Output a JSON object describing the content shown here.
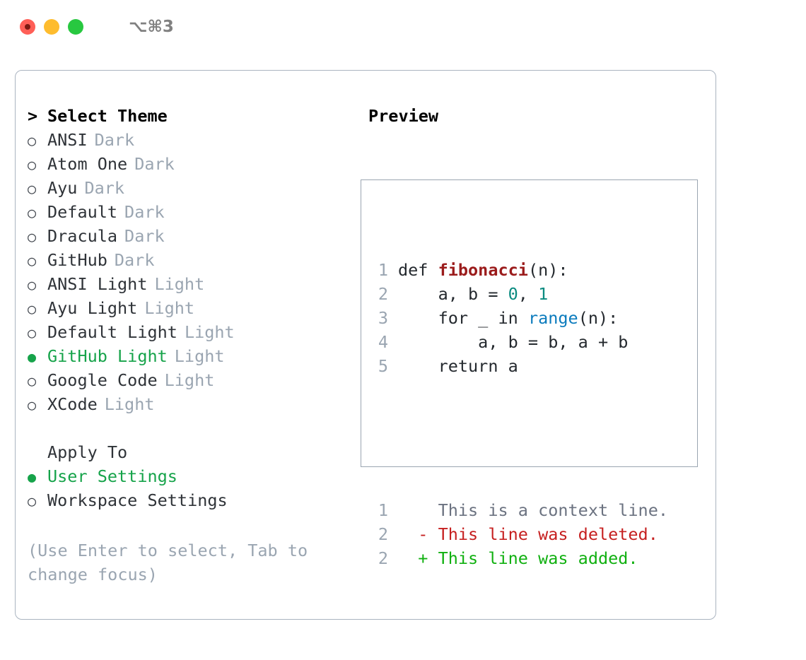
{
  "titlebar": {
    "shortcut": "⌥⌘3",
    "lights": [
      "close",
      "minimize",
      "zoom"
    ]
  },
  "theme_panel": {
    "header": {
      "marker": ">",
      "label": "Select Theme"
    },
    "items": [
      {
        "marker": "○",
        "label": "ANSI",
        "tag": "Dark",
        "selected": false
      },
      {
        "marker": "○",
        "label": "Atom One",
        "tag": "Dark",
        "selected": false
      },
      {
        "marker": "○",
        "label": "Ayu",
        "tag": "Dark",
        "selected": false
      },
      {
        "marker": "○",
        "label": "Default",
        "tag": "Dark",
        "selected": false
      },
      {
        "marker": "○",
        "label": "Dracula",
        "tag": "Dark",
        "selected": false
      },
      {
        "marker": "○",
        "label": "GitHub",
        "tag": "Dark",
        "selected": false
      },
      {
        "marker": "○",
        "label": "ANSI Light",
        "tag": "Light",
        "selected": false
      },
      {
        "marker": "○",
        "label": "Ayu Light",
        "tag": "Light",
        "selected": false
      },
      {
        "marker": "○",
        "label": "Default Light",
        "tag": "Light",
        "selected": false
      },
      {
        "marker": "●",
        "label": "GitHub Light",
        "tag": "Light",
        "selected": true
      },
      {
        "marker": "○",
        "label": "Google Code",
        "tag": "Light",
        "selected": false
      },
      {
        "marker": "○",
        "label": "XCode",
        "tag": "Light",
        "selected": false
      }
    ]
  },
  "apply_to": {
    "header": "Apply To",
    "options": [
      {
        "marker": "●",
        "label": "User Settings",
        "selected": true
      },
      {
        "marker": "○",
        "label": "Workspace Settings",
        "selected": false
      }
    ]
  },
  "hint": "(Use Enter to select, Tab to change focus)",
  "preview": {
    "title": "Preview",
    "code_lines": [
      {
        "no": "1",
        "tokens": [
          {
            "t": "def ",
            "c": "plain"
          },
          {
            "t": "fibonacci",
            "c": "fn"
          },
          {
            "t": "(n):",
            "c": "plain"
          }
        ]
      },
      {
        "no": "2",
        "tokens": [
          {
            "t": "    a, b = ",
            "c": "plain"
          },
          {
            "t": "0",
            "c": "num"
          },
          {
            "t": ", ",
            "c": "plain"
          },
          {
            "t": "1",
            "c": "num"
          }
        ]
      },
      {
        "no": "3",
        "tokens": [
          {
            "t": "    for _ in ",
            "c": "plain"
          },
          {
            "t": "range",
            "c": "call"
          },
          {
            "t": "(n):",
            "c": "plain"
          }
        ]
      },
      {
        "no": "4",
        "tokens": [
          {
            "t": "        a, b = b, a + b",
            "c": "plain"
          }
        ]
      },
      {
        "no": "5",
        "tokens": [
          {
            "t": "    return a",
            "c": "plain"
          }
        ]
      }
    ],
    "diff_lines": [
      {
        "no": "1",
        "sign": " ",
        "text": "This is a context line.",
        "kind": "ctx"
      },
      {
        "no": "2",
        "sign": "-",
        "text": "This line was deleted.",
        "kind": "del"
      },
      {
        "no": "2",
        "sign": "+",
        "text": "This line was added.",
        "kind": "add"
      }
    ]
  },
  "colors": {
    "accent_green": "#16a34a",
    "muted": "#9aa5b1",
    "border": "#aab4c0",
    "diff_add": "#10b010",
    "diff_del": "#c62020",
    "syntax_fn": "#9b1c1c",
    "syntax_num": "#0a8b80",
    "syntax_call": "#0b7bbd"
  }
}
